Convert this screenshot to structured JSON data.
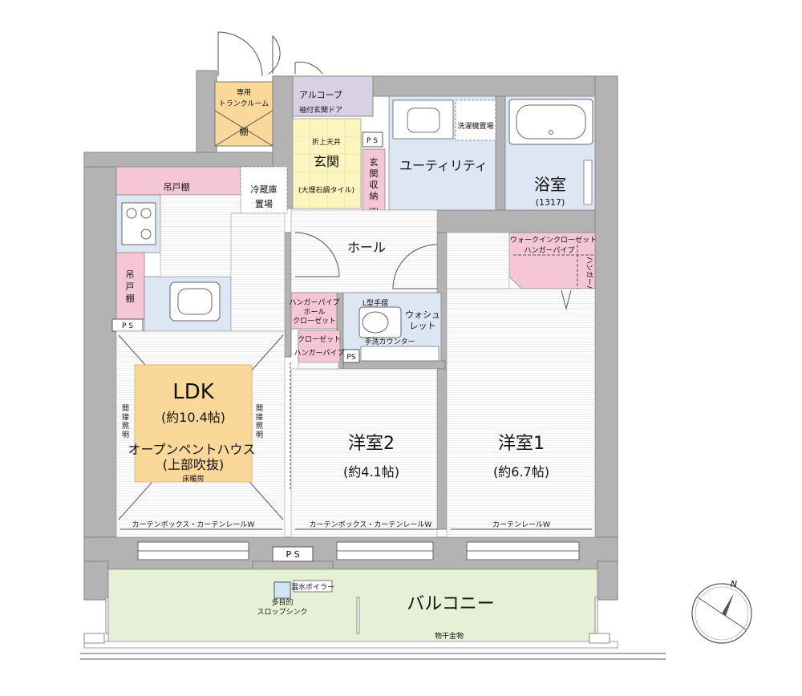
{
  "rooms": {
    "ldk": {
      "name": "LDK",
      "size": "(約10.4帖)",
      "open_penthouse": "オープンペントハウス",
      "upper": "(上部吹抜)",
      "floor_heating": "床暖房"
    },
    "western2": {
      "name": "洋室2",
      "size": "(約4.1帖)"
    },
    "western1": {
      "name": "洋室1",
      "size": "(約6.7帖)"
    },
    "bath": {
      "name": "浴室",
      "size": "(1317)"
    },
    "utility": {
      "name": "ユーティリティ"
    },
    "entrance": {
      "name": "玄関",
      "ceiling": "折上天井",
      "tile": "(大理石調タイル)"
    },
    "entrance_storage": {
      "name": "玄関収納",
      "sub": "(T)"
    },
    "hall": {
      "name": "ホール"
    },
    "alcove": {
      "name": "アルコーブ",
      "door": "袖付玄関ドア"
    },
    "trunk": {
      "label1": "専用",
      "label2": "トランクルーム",
      "shelf": "棚"
    },
    "balcony": {
      "name": "バルコニー",
      "hardware": "物干金物"
    },
    "walkin": {
      "name": "ウォークインクローゼット",
      "pipe1": "ハンガーパイプ",
      "pipe2": "ハンガーパイプ"
    },
    "toilet": {
      "rail": "L型手摺",
      "washlet": "ウォシュレット",
      "counter": "手洗カウンター"
    },
    "hall_closet": {
      "pipe": "ハンガーパイプ",
      "name": "ホールクローゼット"
    },
    "closet": {
      "name": "クローゼット",
      "pipe": "ハンガーパイプ"
    }
  },
  "labels": {
    "washer": "洗濯機置場",
    "fridge": "冷蔵庫置場",
    "hanging_shelf": "吊戸棚",
    "hanging_shelf_v": "吊戸棚",
    "indirect_light_l": "間接照明",
    "indirect_light_r": "間接照明",
    "ps": "P S",
    "curtain_ldk": "カーテンボックス・カーテンレールW",
    "curtain_w2": "カーテンボックス・カーテンレールW",
    "curtain_w1": "カーテンレールW",
    "water_heater": "温水ボイラー",
    "slop_sink": "多目的スロップシンク",
    "compass_n": "N"
  },
  "colors": {
    "wall": "#b3b3b3",
    "storage_pink": "#f5c6d6",
    "utility_blue": "#dde6f3",
    "kitchen_blue": "#dde6f3",
    "tile_yellow": "#fdf5c0",
    "alcove_purple": "#d9d0e6",
    "ldk_orange": "#f9d89a",
    "trunk_orange": "#f9d89a",
    "balcony_green": "#e6f0d6"
  }
}
